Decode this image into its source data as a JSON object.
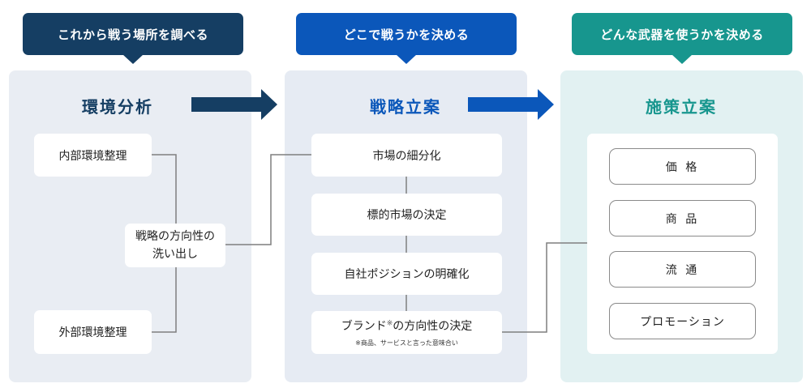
{
  "colors": {
    "stage1": "#153e63",
    "stage2": "#0b57ba",
    "stage3": "#17968e",
    "panel1_bg": "#e9edf3",
    "panel2_bg": "#e6ebf3",
    "panel3_bg": "#e2f1f2",
    "connector": "#7f7f7f"
  },
  "stages": [
    {
      "banner": "これから戦う場所を調べる",
      "title": "環境分析",
      "items": [
        "内部環境整理",
        "外部環境整理"
      ],
      "summary": {
        "line1": "戦略の方向性の",
        "line2": "洗い出し"
      }
    },
    {
      "banner": "どこで戦うかを決める",
      "title": "戦略立案",
      "items": [
        {
          "label": "市場の細分化"
        },
        {
          "label": "標的市場の決定"
        },
        {
          "label": "自社ポジションの明確化"
        },
        {
          "label": "ブランド",
          "mark": "※",
          "suffix": "の方向性の決定",
          "note": "※商品、サービスと言った意味合い"
        }
      ]
    },
    {
      "banner": "どんな武器を使うかを決める",
      "title": "施策立案",
      "items": [
        "価 格",
        "商 品",
        "流 通",
        "プロモーション"
      ]
    }
  ]
}
